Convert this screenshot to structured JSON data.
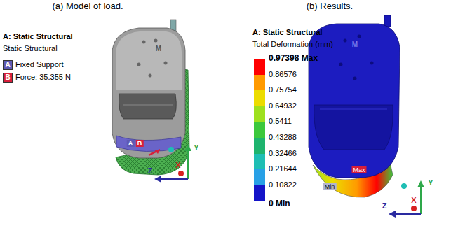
{
  "diagram": {
    "labels": [
      "(a) Model of load.",
      "(b) Results.",
      "A: Static Structural",
      "Static Structural",
      "A",
      "B",
      "M",
      "A",
      "B",
      "Z",
      "X",
      "Y",
      "A: Static Structural",
      "Total Deformation (mm)",
      "0 Min",
      "M",
      "Max",
      "Min",
      "Z",
      "X",
      "Y"
    ],
    "legend": [
      {
        "text": "Fixed Support",
        "color": "#5e5ab4"
      },
      {
        "text": "Force: 35.355 N",
        "color": "#d81e3a"
      },
      {
        "text": "0.97398 Max",
        "color": "#ff0000"
      },
      {
        "text": "0.86576",
        "color": "#ff9a00"
      },
      {
        "text": "0.75754",
        "color": "#ecdc00"
      },
      {
        "text": "0.64932",
        "color": "#9ee01e"
      },
      {
        "text": "0.5411",
        "color": "#3cc83c"
      },
      {
        "text": "0.43288",
        "color": "#1eb46e"
      },
      {
        "text": "0.32466",
        "color": "#1ebeb4"
      },
      {
        "text": "0.21644",
        "color": "#28a0e6"
      },
      {
        "text": "0.10822",
        "color": "#1414c8"
      }
    ]
  }
}
